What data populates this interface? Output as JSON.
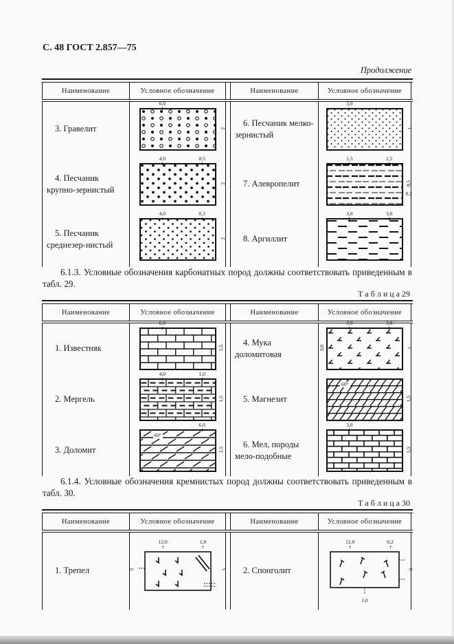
{
  "page_header": "С. 48 ГОСТ 2.857—75",
  "continuation": "Продолжение",
  "cols": {
    "name": "Наименование",
    "symbol": "Условное обозначение"
  },
  "para_613": "6.1.3. Условные обозначения карбонатных пород должны соответствовать приведенным в табл. 29.",
  "para_614": "6.1.4. Условные обозначения кремнистых пород должны соответствовать приведенным в табл. 30.",
  "caption_29": "Т а б л и ц а  29",
  "caption_30": "Т а б л и ц а  30",
  "t28": {
    "l": [
      {
        "name": "3. Гравелит",
        "tl": "6,0",
        "r": "2"
      },
      {
        "name": "4. Песчаник крупно-зернистый",
        "tl": "4,0",
        "tr": "0,5",
        "r": "2"
      },
      {
        "name": "5. Песчаник среднезер-нистый",
        "tl": "4,0",
        "tr": "0,3",
        "r": "2"
      }
    ],
    "r": [
      {
        "name": "6. Песчаник мелко-зернистый",
        "tl": "3,0",
        "r": "1"
      },
      {
        "name": "7. Алевропелит",
        "tl": "1,5",
        "tr": "1,5",
        "r": "0,5",
        "ldr": "0,2"
      },
      {
        "name": "8. Аргиллит",
        "tl": "3,0",
        "tr": "3,0"
      }
    ]
  },
  "t29": {
    "l": [
      {
        "name": "1. Известняк",
        "tl": "6,0",
        "r": "1,5"
      },
      {
        "name": "2. Мергель",
        "tl": "4,0",
        "tr": "1,0",
        "r": "1,5"
      },
      {
        "name": "3. Доломит",
        "angle": "60°",
        "tr": "6,0",
        "r": "1,5"
      }
    ],
    "r": [
      {
        "name": "4. Мука доломитовая",
        "tl": "3,0",
        "tr": "3,0",
        "l": "3,0",
        "r": "1"
      },
      {
        "name": "5. Магнезит",
        "angle": "60°",
        "r": "1,5"
      },
      {
        "name": "6. Мел, породы мело-подобные",
        "tl": "3,0",
        "r": "1,5"
      }
    ]
  },
  "t30": {
    "l": [
      {
        "name": "1. Трепел",
        "tl": "12,0",
        "tr": "1,0",
        "l": "5",
        "r": "5"
      }
    ],
    "r": [
      {
        "name": "2. Спонголит",
        "tl": "12,0",
        "tr": "0,2",
        "r": "9",
        "b": "1,0"
      }
    ]
  }
}
